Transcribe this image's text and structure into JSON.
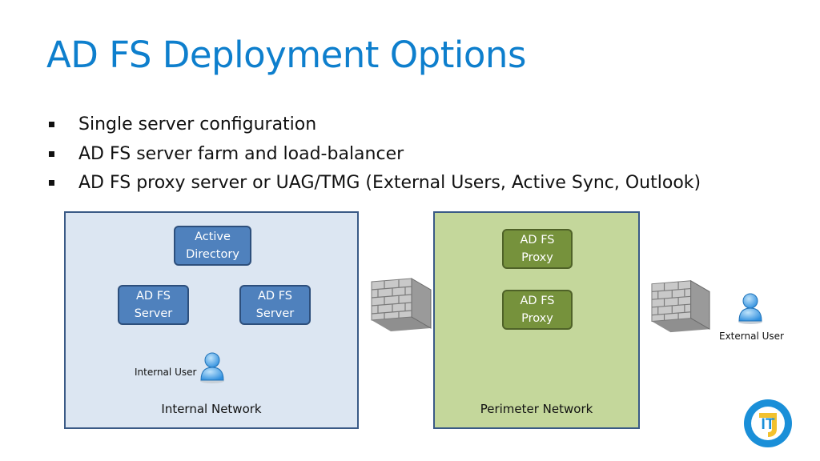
{
  "slide": {
    "title": "AD FS Deployment Options",
    "bullets": [
      "Single server configuration",
      "AD FS server farm and load-balancer",
      "AD FS proxy server or UAG/TMG (External Users, Active Sync, Outlook)"
    ]
  },
  "diagram": {
    "internal_network": {
      "label": "Internal Network",
      "active_directory": [
        "Active",
        "Directory"
      ],
      "server_1": [
        "AD FS",
        "Server"
      ],
      "server_2": [
        "AD FS",
        "Server"
      ],
      "user_label": "Internal User"
    },
    "perimeter_network": {
      "label": "Perimeter Network",
      "proxy_1": [
        "AD FS",
        "Proxy"
      ],
      "proxy_2": [
        "AD FS",
        "Proxy"
      ]
    },
    "external_user_label": "External User"
  },
  "logo": {
    "text": "IT"
  },
  "colors": {
    "title": "#0e7fcd",
    "internal_zone": "#dce6f2",
    "perimeter_zone": "#c4d79b",
    "server_box": "#4f81bd",
    "proxy_box": "#76923c",
    "logo": "#1a8fd8"
  }
}
